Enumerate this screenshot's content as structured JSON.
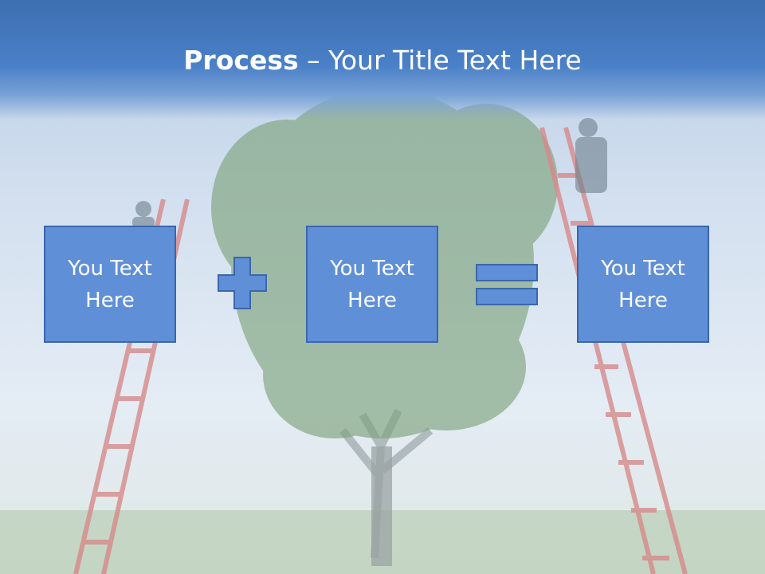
{
  "slide": {
    "title_bold": "Process",
    "title_rest": " – Your Title Text Here"
  },
  "boxes": [
    {
      "label": "You Text Here"
    },
    {
      "label": "You Text Here"
    },
    {
      "label": "You Text Here"
    }
  ],
  "operators": [
    "plus-icon",
    "equals-icon"
  ],
  "colors": {
    "header": "#4a80c8",
    "box_fill": "#5f8fd6",
    "box_border": "#3b66ad",
    "ladder": "#d67a7a",
    "tree": "#6b9a6a"
  },
  "background": "tree-with-ladders-image"
}
